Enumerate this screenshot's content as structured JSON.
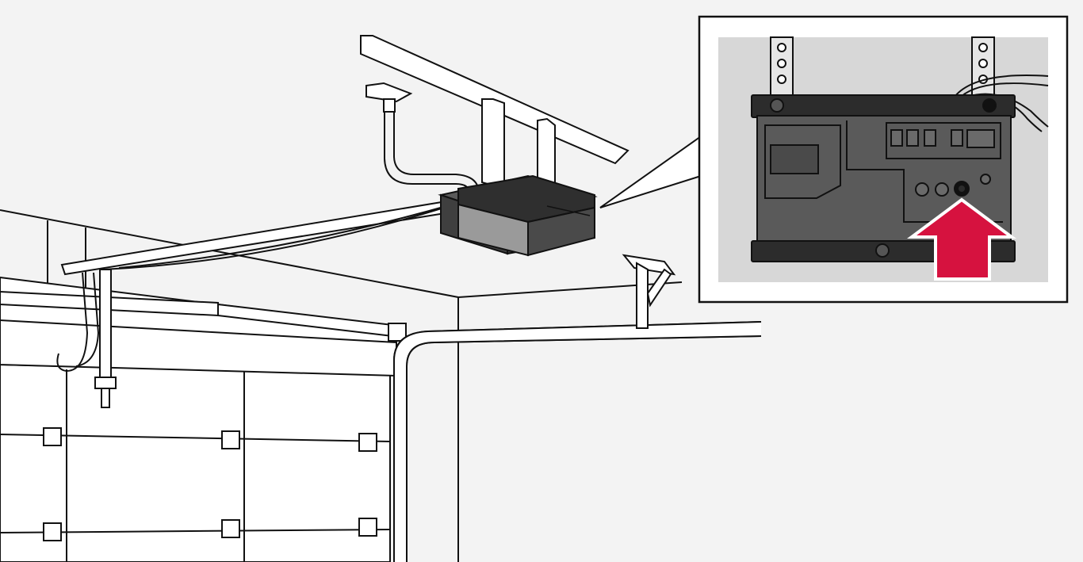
{
  "figure": {
    "subject": "garage-door-opener-learn-button",
    "colors": {
      "background": "#f3f3f3",
      "line": "#111111",
      "fill_light": "#ffffff",
      "motor_dark": "#3f3f3f",
      "motor_light": "#8c8c8c",
      "inset_background": "#d7d7d7",
      "panel_dark": "#2c2c2c",
      "panel_mid": "#5a5a5a",
      "arrow": "#d6123f"
    },
    "parts": {
      "opener_unit": "opener-motor-unit",
      "rail": "drive-rail",
      "door": "sectional-garage-door",
      "door_track": "door-track",
      "ceiling_bracket": "ceiling-mount-bracket",
      "inset": "magnified-control-panel",
      "pointer": "highlight-arrow"
    }
  }
}
